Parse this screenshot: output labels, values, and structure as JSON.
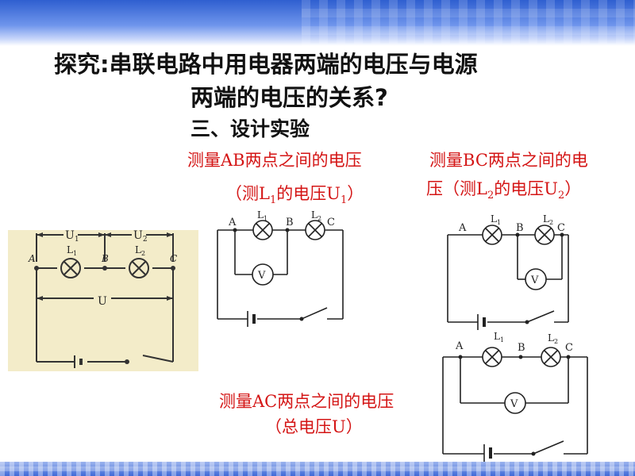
{
  "title": {
    "line1": "探究:串联电路中用电器两端的电压与电源",
    "line2": "两端的电压的关系?"
  },
  "section_heading": "三、设计实验",
  "ab_caption": {
    "line1": "测量AB两点之间的电压",
    "line2_open": "（测L",
    "line2_sub1": "1",
    "line2_mid": "的电压U",
    "line2_sub2": "1",
    "line2_close": "）"
  },
  "bc_caption": {
    "line1": "测量BC两点之间的电",
    "line2_open": "压（测L",
    "line2_sub1": "2",
    "line2_mid": "的电压U",
    "line2_sub2": "2",
    "line2_close": "）"
  },
  "ac_caption": {
    "line1": "测量AC两点之间的电压",
    "line2": "（总电压U）"
  },
  "labels": {
    "A": "A",
    "B": "B",
    "C": "C",
    "L": "L",
    "U": "U",
    "V": "V",
    "sub1": "1",
    "sub2": "2"
  },
  "colors": {
    "caption_red": "#d41515",
    "photo_bg": "#f3ecc9",
    "band_blue": "#3f6ad8"
  }
}
